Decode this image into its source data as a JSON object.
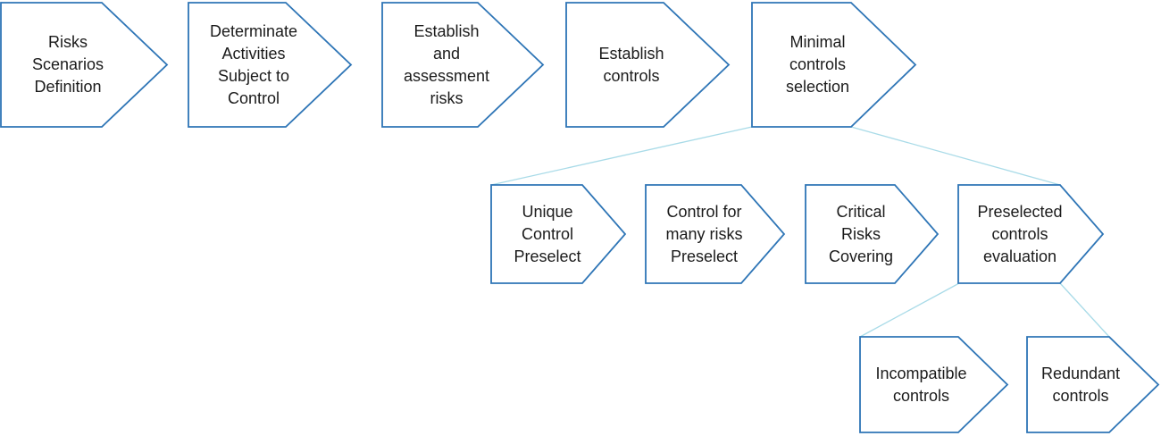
{
  "diagram": {
    "type": "flowchart",
    "colors": {
      "shape_border": "#2E75B6",
      "shape_fill": "#FFFFFF",
      "connector_line": "#A9DBE8",
      "text": "#1B1B1B",
      "background": "#FFFFFF"
    },
    "nodes": [
      {
        "id": "risks-scenarios-definition",
        "row": 1,
        "label": "Risks\nScenarios\nDefinition"
      },
      {
        "id": "determinate-activities-subject-to-control",
        "row": 1,
        "label": "Determinate\nActivities\nSubject to\nControl"
      },
      {
        "id": "establish-and-assessment-risks",
        "row": 1,
        "label": "Establish\nand\nassessment\nrisks"
      },
      {
        "id": "establish-controls",
        "row": 1,
        "label": "Establish\ncontrols"
      },
      {
        "id": "minimal-controls-selection",
        "row": 1,
        "label": "Minimal\ncontrols\nselection"
      },
      {
        "id": "unique-control-preselect",
        "row": 2,
        "label": "Unique\nControl\nPreselect"
      },
      {
        "id": "control-for-many-risks-preselect",
        "row": 2,
        "label": "Control for\nmany risks\nPreselect"
      },
      {
        "id": "critical-risks-covering",
        "row": 2,
        "label": "Critical\nRisks\nCovering"
      },
      {
        "id": "preselected-controls-evaluation",
        "row": 2,
        "label": "Preselected\ncontrols\nevaluation"
      },
      {
        "id": "incompatible-controls",
        "row": 3,
        "label": "Incompatible\ncontrols"
      },
      {
        "id": "redundant-controls",
        "row": 3,
        "label": "Redundant\ncontrols"
      }
    ],
    "connectors": [
      {
        "from": "minimal-controls-selection",
        "to": "unique-control-preselect"
      },
      {
        "from": "minimal-controls-selection",
        "to": "preselected-controls-evaluation"
      },
      {
        "from": "preselected-controls-evaluation",
        "to": "incompatible-controls"
      },
      {
        "from": "preselected-controls-evaluation",
        "to": "redundant-controls"
      }
    ]
  }
}
